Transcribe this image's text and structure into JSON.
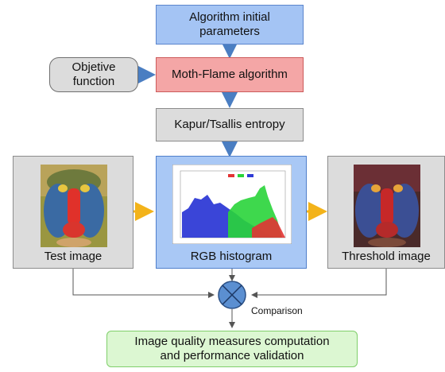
{
  "nodes": {
    "params": "Algorithm initial\nparameters",
    "objective": "Objetive\nfunction",
    "mfa": "Moth-Flame algorithm",
    "entropy": "Kapur/Tsallis entropy",
    "test": "Test image",
    "histogram": "RGB histogram",
    "threshold": "Threshold image",
    "comparison": "Comparison",
    "result": "Image quality measures computation\nand performance validation"
  },
  "colors": {
    "blue_box": "#a4c4f4",
    "red_box": "#f4a6a6",
    "gray_box": "#dcdcdc",
    "green_box": "#dcf7d2",
    "arrow_blue": "#4a7ec2",
    "arrow_orange": "#f3b31a",
    "comparator": "#5b8fd1"
  }
}
